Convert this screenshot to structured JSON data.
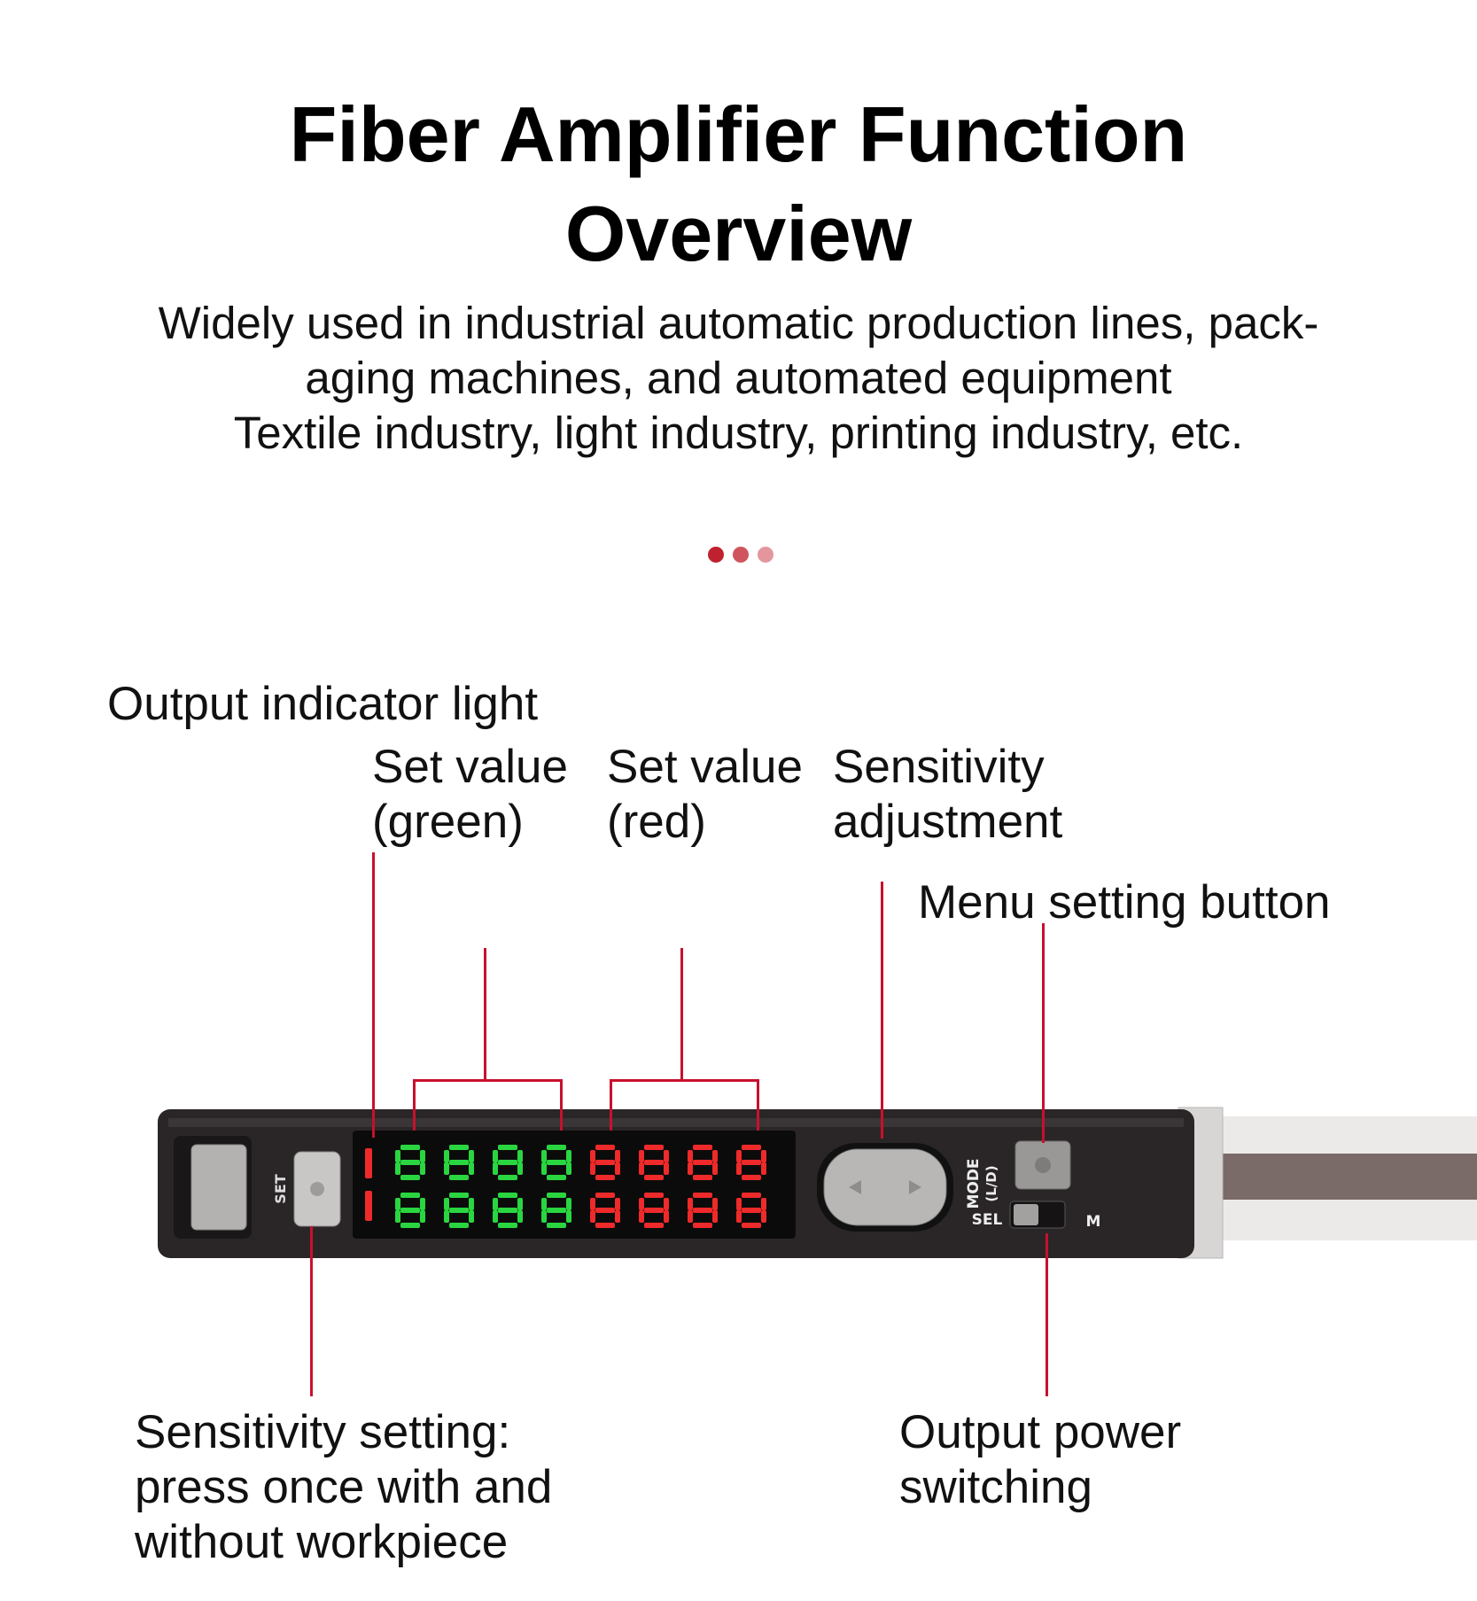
{
  "header": {
    "title_line1": "Fiber Amplifier Function",
    "title_line2": "Overview",
    "desc_line1": "Widely used in industrial automatic production lines, pack-",
    "desc_line2": "aging machines, and automated equipment",
    "desc_line3": "Textile industry, light industry, printing industry, etc."
  },
  "carousel": {
    "dot_colors": [
      "#c0212f",
      "#d0545e",
      "#e3979d"
    ]
  },
  "callouts": {
    "output_indicator": "Output indicator light",
    "set_value_green_1": "Set value",
    "set_value_green_2": "(green)",
    "set_value_red_1": "Set value",
    "set_value_red_2": "(red)",
    "sensitivity_adj_1": "Sensitivity",
    "sensitivity_adj_2": "adjustment",
    "menu_setting": "Menu setting button",
    "sensitivity_setting_1": "Sensitivity setting:",
    "sensitivity_setting_2": "press once with and",
    "sensitivity_setting_3": "without workpiece",
    "output_power_1": "Output power",
    "output_power_2": "switching"
  },
  "device": {
    "set_label": "SET",
    "mode_label": "MODE",
    "mode_sub_label": "(L/D)",
    "sel_label": "SEL",
    "m_label": "M",
    "display_green": "#2ad640",
    "display_red": "#ee2a2a",
    "callout_line_color": "#c8102e"
  }
}
